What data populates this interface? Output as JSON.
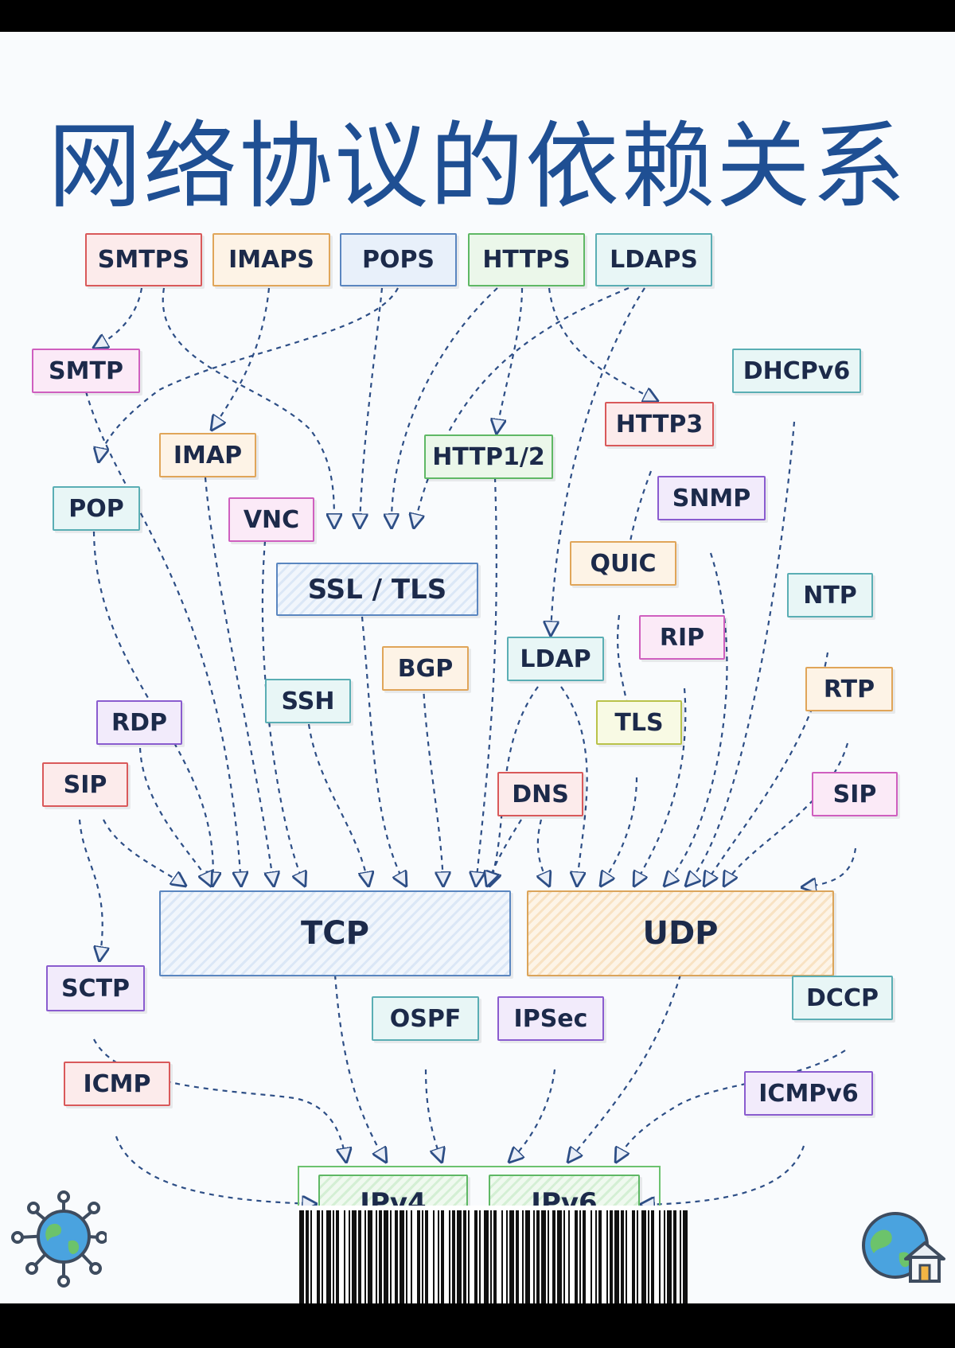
{
  "title": "网络协议的依赖关系",
  "colors": {
    "title": "#1f4f93",
    "arrow": "#2d4e86",
    "background": "#f9fbfd"
  },
  "protocols": {
    "smtps": "SMTPS",
    "imaps": "IMAPS",
    "pops": "POPS",
    "https": "HTTPS",
    "ldaps": "LDAPS",
    "smtp": "SMTP",
    "dhcpv6": "DHCPv6",
    "http3": "HTTP3",
    "imap": "IMAP",
    "http12": "HTTP1/2",
    "pop": "POP",
    "vnc": "VNC",
    "snmp": "SNMP",
    "ssl_tls": "SSL / TLS",
    "quic": "QUIC",
    "ntp": "NTP",
    "rip": "RIP",
    "ldap": "LDAP",
    "bgp": "BGP",
    "ssh": "SSH",
    "rtp": "RTP",
    "rdp": "RDP",
    "tls": "TLS",
    "sip_left": "SIP",
    "dns": "DNS",
    "sip_right": "SIP",
    "tcp": "TCP",
    "udp": "UDP",
    "sctp": "SCTP",
    "ospf": "OSPF",
    "ipsec": "IPSec",
    "dccp": "DCCP",
    "icmp": "ICMP",
    "icmpv6": "ICMPv6",
    "ipv4": "IPv4",
    "ipv6": "IPv6"
  },
  "icons": {
    "left": "globe-network-icon",
    "right": "globe-home-icon",
    "bottom": "barcode-icon"
  }
}
